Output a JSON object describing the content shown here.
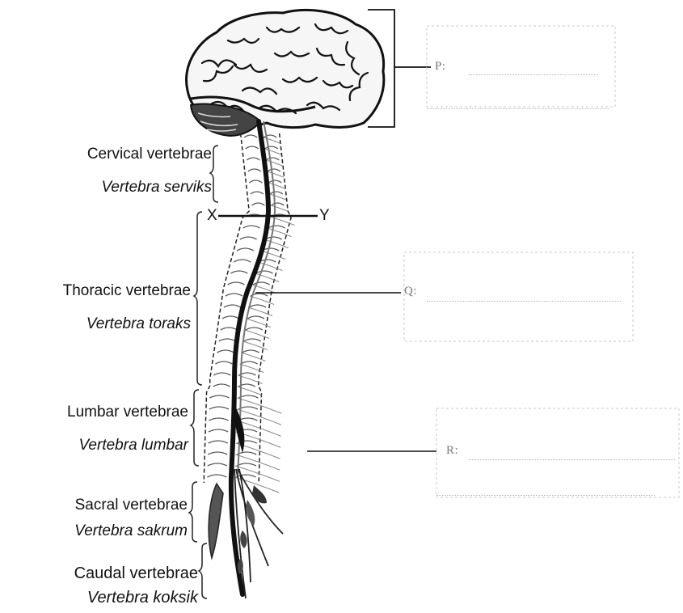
{
  "labels": {
    "cervical_en": "Cervical vertebrae",
    "cervical_my": "Vertebra serviks",
    "thoracic_en": "Thoracic vertebrae",
    "thoracic_my": "Vertebra toraks",
    "lumbar_en": "Lumbar vertebrae",
    "lumbar_my": "Vertebra lumbar",
    "sacral_en": "Sacral vertebrae",
    "sacral_my": "Vertebra sakrum",
    "caudal_en": "Caudal vertebrae",
    "caudal_my": "Vertebra koksik"
  },
  "cross_section": {
    "x": "X",
    "y": "Y"
  },
  "answers": {
    "p": "P:",
    "q": "Q:",
    "r": "R:"
  },
  "colors": {
    "ink": "#111111",
    "faint": "#b5b5b5",
    "shade": "#555555"
  }
}
